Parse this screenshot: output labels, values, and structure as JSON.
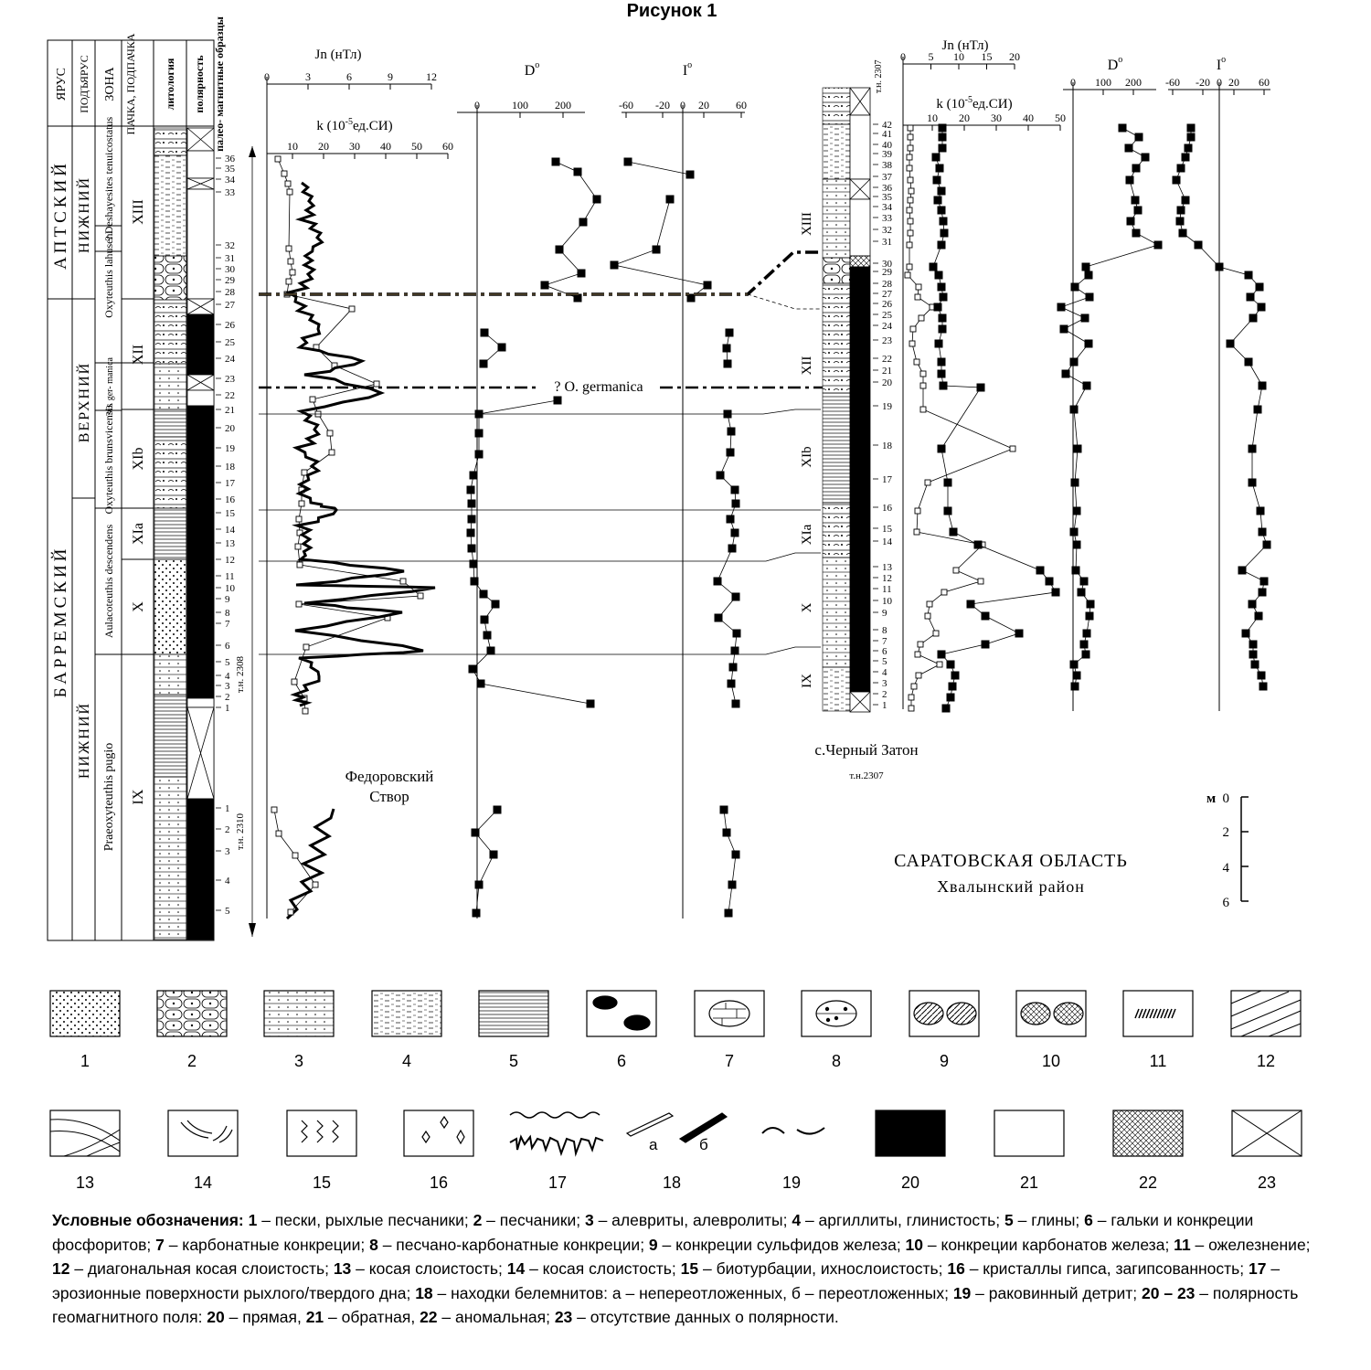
{
  "figure_title": "Рисунок 1",
  "strat_headers": [
    "ЯРУС",
    "ПОДЪЯРУС",
    "ЗОНА",
    "ПАЧКА, ПОДПАЧКА",
    "литология",
    "полярность"
  ],
  "samples_header": "палео- магнитные образцы",
  "stage_labels": {
    "aptian": "АПТСКИЙ",
    "barremian": "БАРРЕМСКИЙ"
  },
  "substage_labels": {
    "lower_aptian": "НИЖНИЙ",
    "upper_barremian": "ВЕРХНИЙ",
    "lower_barremian": "НИЖНИЙ"
  },
  "zone_labels": {
    "deshayesites": "Deshayesites tenuicostatus",
    "question": "?",
    "lahuseni": "Oxyteuthis lahuseni",
    "germanica": "?O. ger- manica",
    "brunsvicensis": "Oxyteuthis brunsvicensis",
    "descendens": "Aulacoteuthis descendens",
    "pugio": "Praeoxyteuthis pugio"
  },
  "pack_labels": {
    "XIII": "XIII",
    "XII": "XII",
    "XIb": "XIb",
    "XIa": "XIa",
    "X": "X",
    "IX": "IX"
  },
  "axis_labels": {
    "jn": "Jn (нТл)",
    "k_prefix": "k (10",
    "k_exp": "-5",
    "k_suffix": "ед.СИ)",
    "D": "D",
    "I": "I",
    "deg": "o"
  },
  "fed_ticks": {
    "jn": [
      "0",
      "3",
      "6",
      "9",
      "12"
    ],
    "k": [
      "10",
      "20",
      "30",
      "40",
      "50",
      "60"
    ],
    "D": [
      "0",
      "100",
      "200"
    ],
    "I": [
      "-60",
      "-20",
      "0",
      "20",
      "60"
    ]
  },
  "cz_ticks": {
    "jn": [
      "0",
      "5",
      "10",
      "15",
      "20"
    ],
    "k": [
      "10",
      "20",
      "30",
      "40",
      "50"
    ],
    "D": [
      "0",
      "100",
      "200"
    ],
    "I": [
      "-60",
      "-20",
      "0",
      "20",
      "60"
    ]
  },
  "fed_sample_numbers_upper": [
    "36",
    "35",
    "34",
    "33",
    "32",
    "31",
    "30",
    "29",
    "28",
    "27",
    "26",
    "25",
    "24",
    "23",
    "22",
    "21",
    "20",
    "19",
    "18",
    "17",
    "16",
    "15",
    "14",
    "13",
    "12",
    "11",
    "10",
    "9",
    "8",
    "7",
    "6",
    "5",
    "4",
    "3",
    "2",
    "1"
  ],
  "fed_sample_numbers_lower": [
    "1",
    "2",
    "3",
    "4",
    "5"
  ],
  "cz_sample_numbers": [
    "42",
    "41",
    "40",
    "39",
    "38",
    "37",
    "36",
    "35",
    "34",
    "33",
    "32",
    "31",
    "30",
    "29",
    "28",
    "27",
    "26",
    "25",
    "24",
    "23",
    "22",
    "21",
    "20",
    "19",
    "18",
    "17",
    "16",
    "15",
    "14",
    "13",
    "12",
    "11",
    "10",
    "9",
    "8",
    "7",
    "6",
    "5",
    "4",
    "3",
    "2",
    "1"
  ],
  "cz_pack_labels": [
    "XIII",
    "XII",
    "XIb",
    "XIa",
    "X",
    "IX"
  ],
  "point_labels": {
    "fed_upper": "т.н. 2308",
    "fed_lower": "т.н. 2310",
    "cz_top": "т.н. 2307"
  },
  "germanica_label": "? O. germanica",
  "section_labels": {
    "fedorov_1": "Федоровский",
    "fedorov_2": "Створ",
    "chzaton": "с.Черный Затон",
    "chzaton_point": "т.н.2307"
  },
  "region_labels": {
    "oblast": "САРАТОВСКАЯ ОБЛАСТЬ",
    "district": "Хвалынский район"
  },
  "scale_bar": {
    "unit": "м",
    "ticks": [
      "0",
      "2",
      "4",
      "6"
    ]
  },
  "legend_numbers": [
    "1",
    "2",
    "3",
    "4",
    "5",
    "6",
    "7",
    "8",
    "9",
    "10",
    "11",
    "12",
    "13",
    "14",
    "15",
    "16",
    "17",
    "18",
    "19",
    "20",
    "21",
    "22",
    "23"
  ],
  "legend_sub": {
    "a": "а",
    "b": "б"
  },
  "caption": {
    "head": "Условные обозначения: ",
    "items": [
      {
        "n": "1",
        "t": " – пески, рыхлые песчаники; "
      },
      {
        "n": "2",
        "t": " – песчаники; "
      },
      {
        "n": "3",
        "t": " – алевриты, алевролиты; "
      },
      {
        "n": "4",
        "t": " – аргиллиты, глинистость; "
      },
      {
        "n": "5",
        "t": " – глины; "
      },
      {
        "n": "6",
        "t": " – гальки и конкреции фосфоритов; "
      },
      {
        "n": "7",
        "t": " – карбонатные конкреции; "
      },
      {
        "n": "8",
        "t": " – песчано-карбонатные конкреции; "
      },
      {
        "n": "9",
        "t": " – конкреции сульфидов железа; "
      },
      {
        "n": "10",
        "t": " – конкреции карбонатов железа; "
      },
      {
        "n": "11",
        "t": " – ожелезнение; "
      },
      {
        "n": "12",
        "t": " – диагональная косая слоистость; "
      },
      {
        "n": "13",
        "t": " – косая слоистость; "
      },
      {
        "n": "14",
        "t": " – косая слоистость; "
      },
      {
        "n": "15",
        "t": " – биотурбации, ихнослоистость; "
      },
      {
        "n": "16",
        "t": " – кристаллы гипса, загипсованность; "
      },
      {
        "n": "17",
        "t": " – эрозионные поверхности рыхлого/твердого дна; "
      },
      {
        "n": "18",
        "t": " – находки белемнитов: а – непереотложенных, б – переотложенных; "
      },
      {
        "n": "19",
        "t": " – раковинный детрит; "
      },
      {
        "n": "20 – 23",
        "t": " – полярность геомагнитного поля: "
      },
      {
        "n": "20",
        "t": " – прямая, "
      },
      {
        "n": "21",
        "t": " – обратная, "
      },
      {
        "n": "22",
        "t": " – аномальная; "
      },
      {
        "n": "23",
        "t": " – отсутствие данных о полярности."
      }
    ]
  }
}
